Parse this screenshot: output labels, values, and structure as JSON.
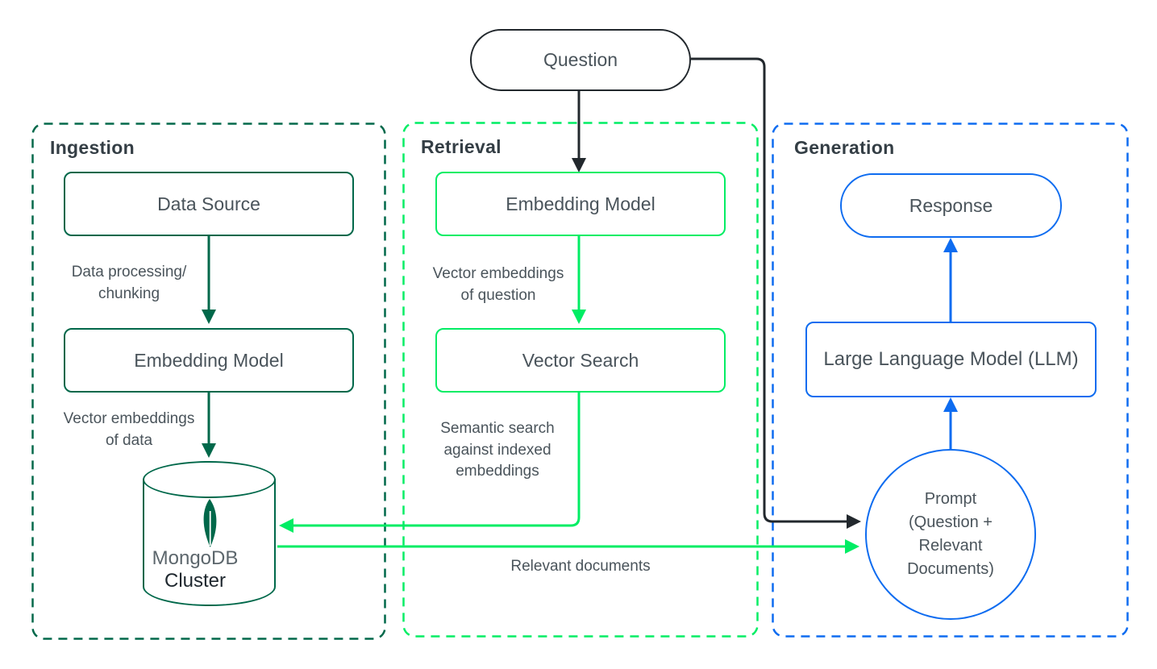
{
  "colors": {
    "ingestion_green": "#00684A",
    "retrieval_green": "#00ED64",
    "generation_blue": "#0E6CF0",
    "connector_black": "#22282D",
    "text_gray": "#4A545B",
    "title_gray": "#343E45"
  },
  "question": {
    "label": "Question"
  },
  "ingestion": {
    "title": "Ingestion",
    "data_source_label": "Data Source",
    "embedding_model_label": "Embedding Model",
    "processing_label": "Data processing/\nchunking",
    "embeddings_label": "Vector embeddings\nof data",
    "mongodb_name": "MongoDB",
    "mongodb_sub": "Cluster"
  },
  "retrieval": {
    "title": "Retrieval",
    "embedding_model_label": "Embedding Model",
    "vector_search_label": "Vector Search",
    "embeddings_label": "Vector embeddings\nof question",
    "semantic_label": "Semantic search\nagainst indexed\nembeddings",
    "relevant_label": "Relevant documents"
  },
  "generation": {
    "title": "Generation",
    "response_label": "Response",
    "llm_label": "Large Language Model (LLM)",
    "prompt_label": "Prompt\n(Question +\nRelevant\nDocuments)"
  }
}
